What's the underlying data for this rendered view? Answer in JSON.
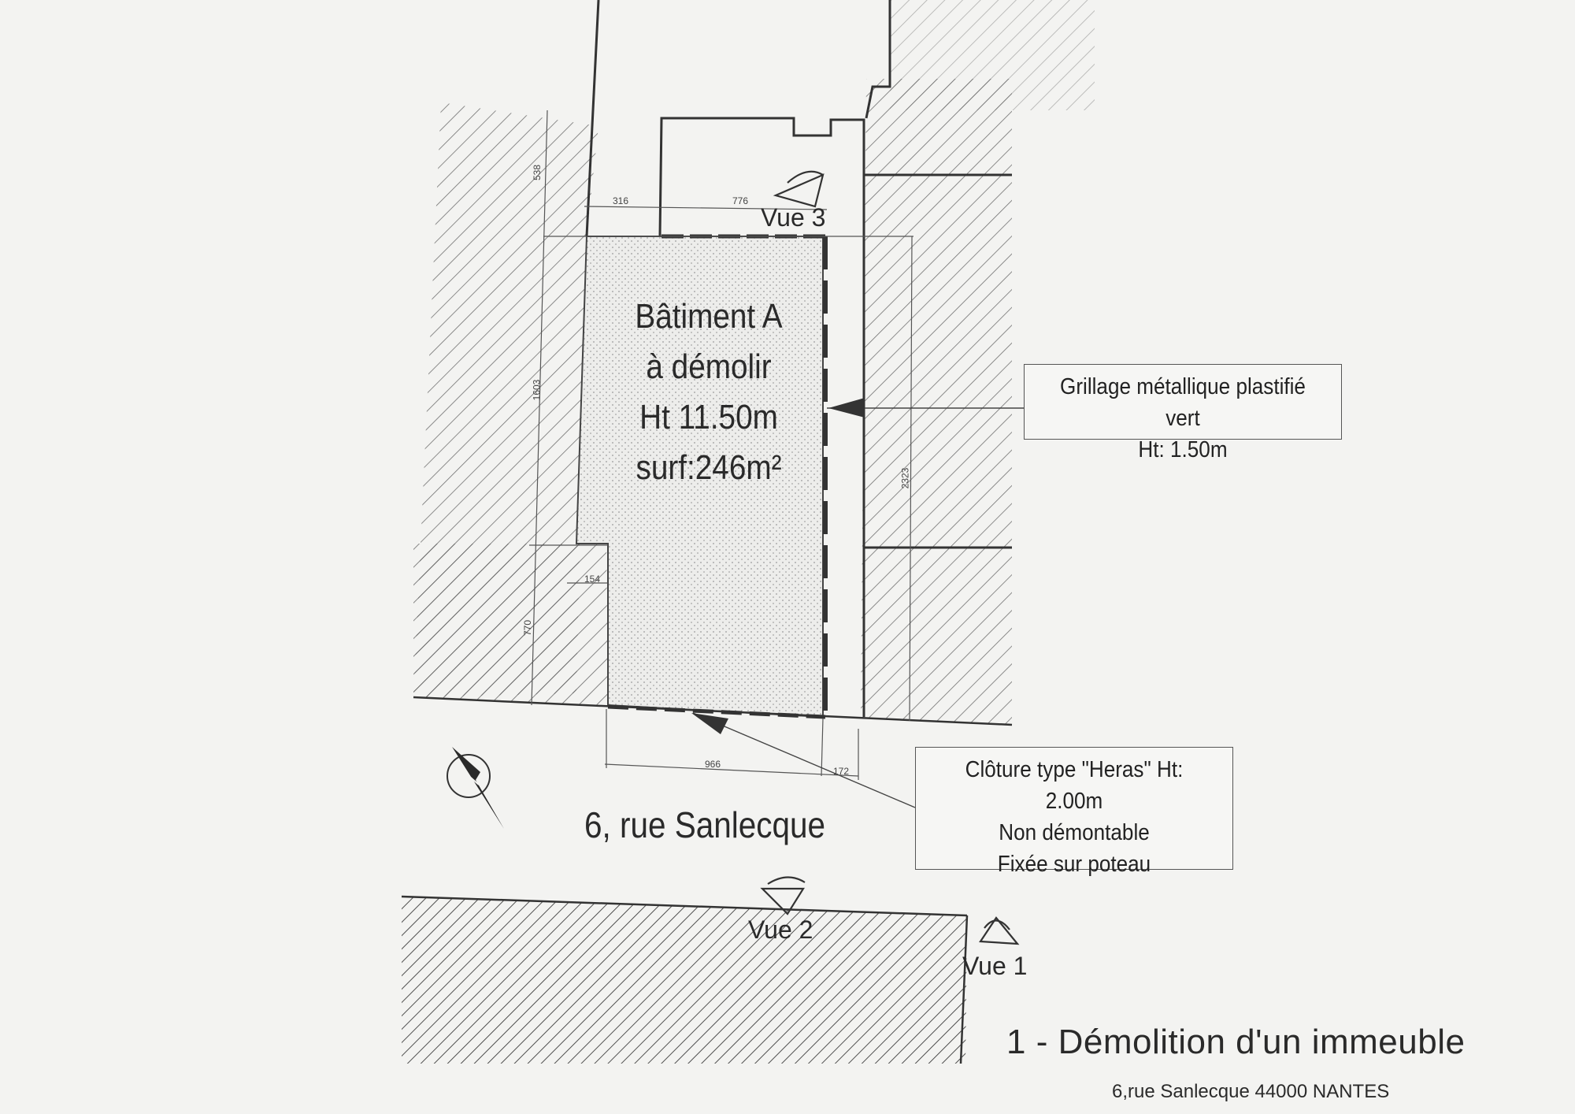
{
  "building": {
    "line1": "Bâtiment A",
    "line2": "à démolir",
    "line3": "Ht 11.50m",
    "line4": "surf:246m²"
  },
  "callouts": {
    "grillage": {
      "line1": "Grillage métallique plastifié vert",
      "line2": "Ht: 1.50m"
    },
    "cloture": {
      "line1": "Clôture type \"Heras\" Ht: 2.00m",
      "line2": "Non démontable",
      "line3": "Fixée sur poteau"
    }
  },
  "street_label": "6, rue Sanlecque",
  "views": {
    "vue1": "Vue 1",
    "vue2": "Vue 2",
    "vue3": "Vue 3"
  },
  "dimensions": {
    "top_left": "316",
    "top_right": "776",
    "left_top": "538",
    "left_main": "1603",
    "left_bottom": "770",
    "step": "154",
    "right": "2323",
    "bottom": "966",
    "bottom_right": "172"
  },
  "footer": {
    "title": "1 - Démolition d'un immeuble",
    "address": "6,rue Sanlecque 44000 NANTES"
  },
  "colors": {
    "paper": "#f3f3f1",
    "ink": "#2a2a2a",
    "hatch": "#555555"
  }
}
